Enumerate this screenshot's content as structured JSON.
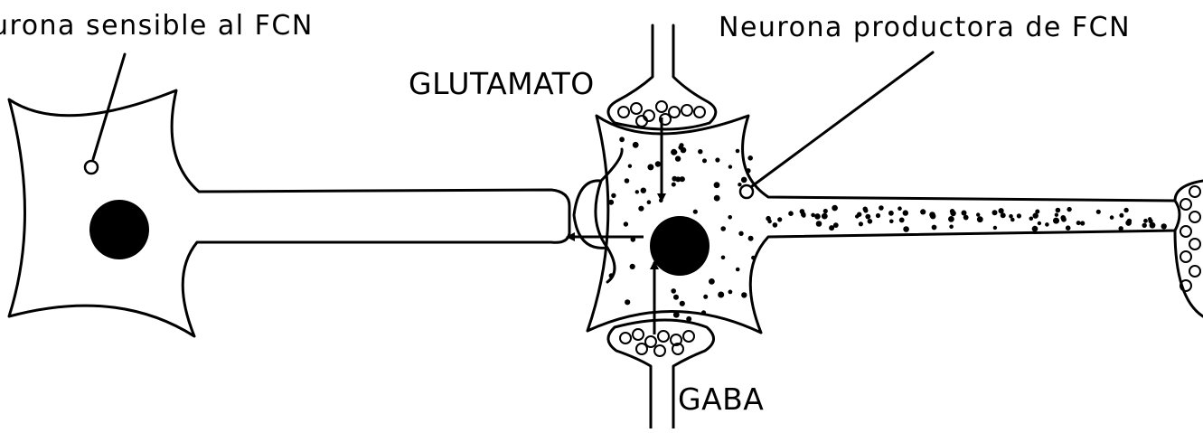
{
  "labels": {
    "left_neuron": "urona sensible al FCN",
    "right_neuron": "Neurona productora de FCN",
    "glutamate": "GLUTAMATO",
    "gaba": "GABA"
  },
  "colors": {
    "ink": "#000000",
    "paper": "#ffffff"
  }
}
